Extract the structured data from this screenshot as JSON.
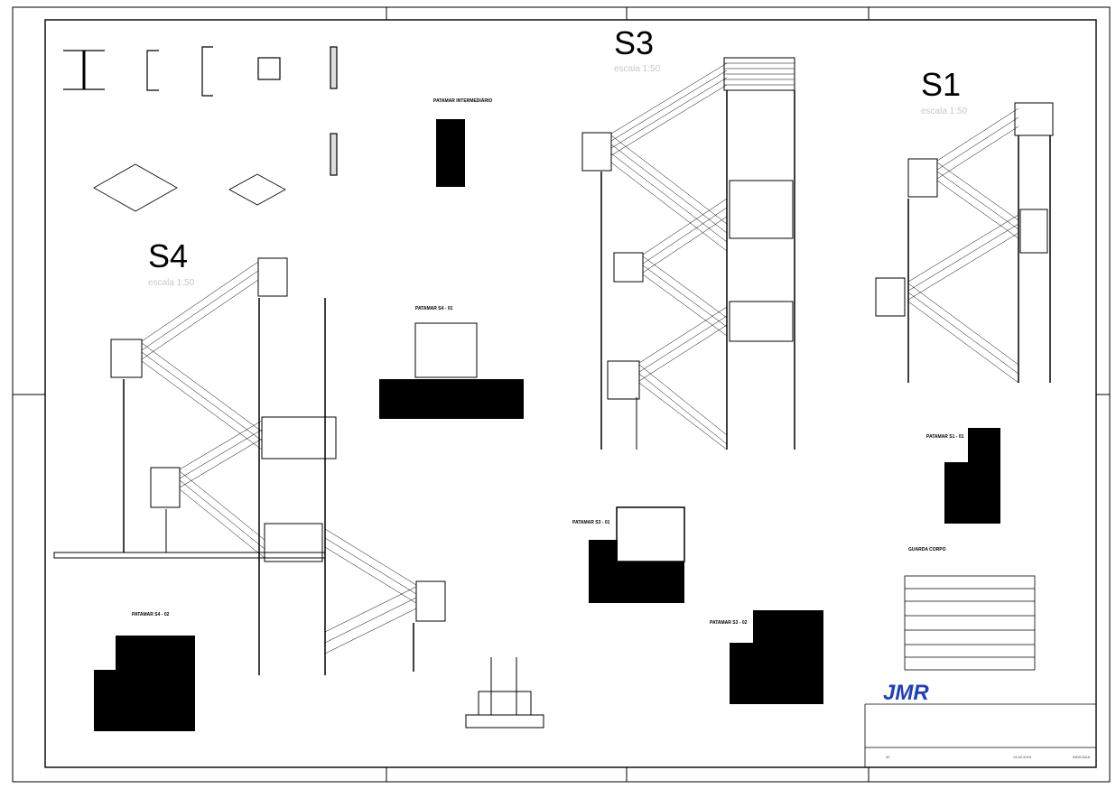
{
  "drawings": {
    "s3": {
      "title": "S3",
      "scale": "escala 1:50"
    },
    "s1": {
      "title": "S1",
      "scale": "escala 1:50"
    },
    "s4": {
      "title": "S4",
      "scale": "escala 1:50"
    }
  },
  "details": {
    "patamar_intermediario": "PATAMAR INTERMEDIÁRIO",
    "patamar_s4_01": "PATAMAR S4 - 01",
    "patamar_s4_02": "PATAMAR S4 - 02",
    "patamar_s3_01": "PATAMAR S3 - 01",
    "patamar_s3_02": "PATAMAR S3 - 02",
    "patamar_s1_01": "PATAMAR S1 - 01",
    "guarda_corpo": "GUARDA CORPO"
  },
  "logo": {
    "text": "JMR",
    "color": "#1f3fbf"
  },
  "title_block": {
    "sheet_number": "00",
    "date": "19.02.2015",
    "scale": "INDICADA"
  },
  "colors": {
    "line": "#000000",
    "fill": "#000000",
    "paper": "#ffffff",
    "scale_text": "#c8c8c8"
  }
}
